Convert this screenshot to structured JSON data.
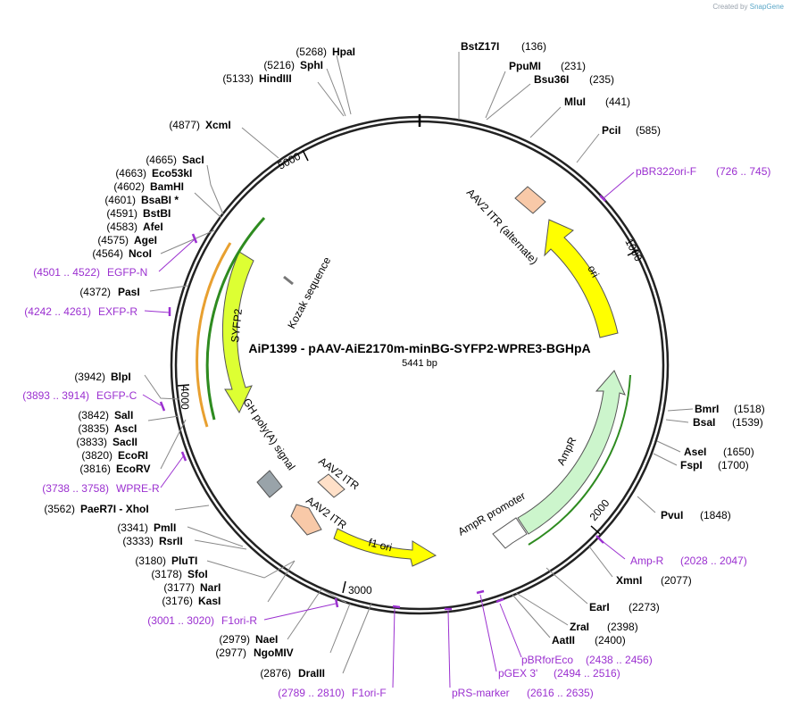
{
  "watermark": {
    "prefix": "Created by",
    "brand": "SnapGene"
  },
  "plasmid": {
    "name": "AiP1399 - pAAV-AiE2170m-minBG-SYFP2-WPRE3-BGHpA",
    "size": "5441 bp"
  },
  "ticks": [
    {
      "label": "1000",
      "bp": 1000
    },
    {
      "label": "2000",
      "bp": 2000
    },
    {
      "label": "3000",
      "bp": 3000
    },
    {
      "label": "4000",
      "bp": 4000
    },
    {
      "label": "5000",
      "bp": 5000
    }
  ],
  "enzymes_left": [
    {
      "name": "HpaI",
      "pos": "(5268)"
    },
    {
      "name": "SphI",
      "pos": "(5216)"
    },
    {
      "name": "HindIII",
      "pos": "(5133)"
    },
    {
      "name": "XcmI",
      "pos": "(4877)"
    },
    {
      "name": "SacI",
      "pos": "(4665)"
    },
    {
      "name": "Eco53kI",
      "pos": "(4663)"
    },
    {
      "name": "BamHI",
      "pos": "(4602)"
    },
    {
      "name": "BsaBI *",
      "pos": "(4601)"
    },
    {
      "name": "BstBI",
      "pos": "(4591)"
    },
    {
      "name": "AfeI",
      "pos": "(4583)"
    },
    {
      "name": "AgeI",
      "pos": "(4575)"
    },
    {
      "name": "NcoI",
      "pos": "(4564)"
    },
    {
      "name": "PasI",
      "pos": "(4372)"
    },
    {
      "name": "BlpI",
      "pos": "(3942)"
    },
    {
      "name": "SalI",
      "pos": "(3842)"
    },
    {
      "name": "AscI",
      "pos": "(3835)"
    },
    {
      "name": "SacII",
      "pos": "(3833)"
    },
    {
      "name": "EcoRI",
      "pos": "(3820)"
    },
    {
      "name": "EcoRV",
      "pos": "(3816)"
    },
    {
      "name": "PaeR7I - XhoI",
      "pos": "(3562)"
    },
    {
      "name": "PmlI",
      "pos": "(3341)"
    },
    {
      "name": "RsrII",
      "pos": "(3333)"
    },
    {
      "name": "PluTI",
      "pos": "(3180)"
    },
    {
      "name": "SfoI",
      "pos": "(3178)"
    },
    {
      "name": "NarI",
      "pos": "(3177)"
    },
    {
      "name": "KasI",
      "pos": "(3176)"
    },
    {
      "name": "NaeI",
      "pos": "(2979)"
    },
    {
      "name": "NgoMIV",
      "pos": "(2977)"
    },
    {
      "name": "DraIII",
      "pos": "(2876)"
    }
  ],
  "enzymes_right": [
    {
      "name": "BstZ17I",
      "pos": "(136)"
    },
    {
      "name": "PpuMI",
      "pos": "(231)"
    },
    {
      "name": "Bsu36I",
      "pos": "(235)"
    },
    {
      "name": "MluI",
      "pos": "(441)"
    },
    {
      "name": "PciI",
      "pos": "(585)"
    },
    {
      "name": "BmrI",
      "pos": "(1518)"
    },
    {
      "name": "BsaI",
      "pos": "(1539)"
    },
    {
      "name": "AseI",
      "pos": "(1650)"
    },
    {
      "name": "FspI",
      "pos": "(1700)"
    },
    {
      "name": "PvuI",
      "pos": "(1848)"
    },
    {
      "name": "XmnI",
      "pos": "(2077)"
    },
    {
      "name": "EarI",
      "pos": "(2273)"
    },
    {
      "name": "ZraI",
      "pos": "(2398)"
    },
    {
      "name": "AatII",
      "pos": "(2400)"
    }
  ],
  "primers_left": [
    {
      "name": "EGFP-N",
      "range": "(4501 .. 4522)"
    },
    {
      "name": "EXFP-R",
      "range": "(4242 .. 4261)"
    },
    {
      "name": "EGFP-C",
      "range": "(3893 .. 3914)"
    },
    {
      "name": "WPRE-R",
      "range": "(3738 .. 3758)"
    },
    {
      "name": "F1ori-R",
      "range": "(3001 .. 3020)"
    }
  ],
  "primers_right": [
    {
      "name": "pBR322ori-F",
      "range": "(726 .. 745)"
    },
    {
      "name": "Amp-R",
      "range": "(2028 .. 2047)"
    }
  ],
  "primers_bottom": [
    {
      "name": "F1ori-F",
      "range": "(2789 .. 2810)"
    },
    {
      "name": "pRS-marker",
      "range": "(2616 .. 2635)"
    },
    {
      "name": "pGEX 3'",
      "range": "(2494 .. 2516)"
    },
    {
      "name": "pBRforEco",
      "range": "(2438 .. 2456)"
    }
  ],
  "features": [
    {
      "label": "AAV2 ITR (alternate)",
      "color": "#f8c9a8"
    },
    {
      "label": "ori",
      "color": "#ffff00"
    },
    {
      "label": "AmpR",
      "color": "#ccf5cc"
    },
    {
      "label": "AmpR promoter",
      "color": "#ffffff"
    },
    {
      "label": "f1 ori",
      "color": "#ffff00"
    },
    {
      "label": "AAV2 ITR",
      "color": "#f8c9a8"
    },
    {
      "label": "AAV2 ITR",
      "color": "#ffe0c8"
    },
    {
      "label": "bGH poly(A) signal",
      "color": "#99a3a9"
    },
    {
      "label": "SYFP2",
      "color": "#ddff33"
    },
    {
      "label": "Kozak sequence",
      "color": "#777777"
    }
  ],
  "colors": {
    "primer": "#9b30d0",
    "ring": "#222222",
    "leader": "#888888"
  }
}
